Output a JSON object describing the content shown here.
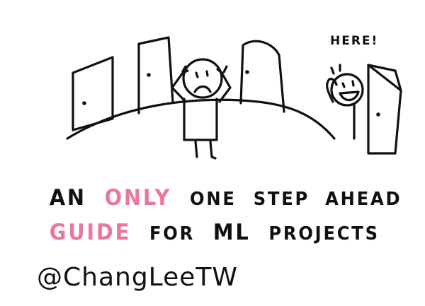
{
  "speech": {
    "here": "HERE!"
  },
  "headline": {
    "line1": {
      "w1": "AN",
      "w2": "ONLY",
      "w3": "ONE",
      "w4": "STEP",
      "w5": "AHEAD"
    },
    "line2": {
      "w1": "GUIDE",
      "w2": "FOR",
      "w3": "ML",
      "w4": "PROJECTS"
    }
  },
  "author": {
    "handle": "@ChangLeeTW"
  },
  "colors": {
    "ink": "#111111",
    "accent": "#e8799c",
    "background": "#ffffff"
  }
}
